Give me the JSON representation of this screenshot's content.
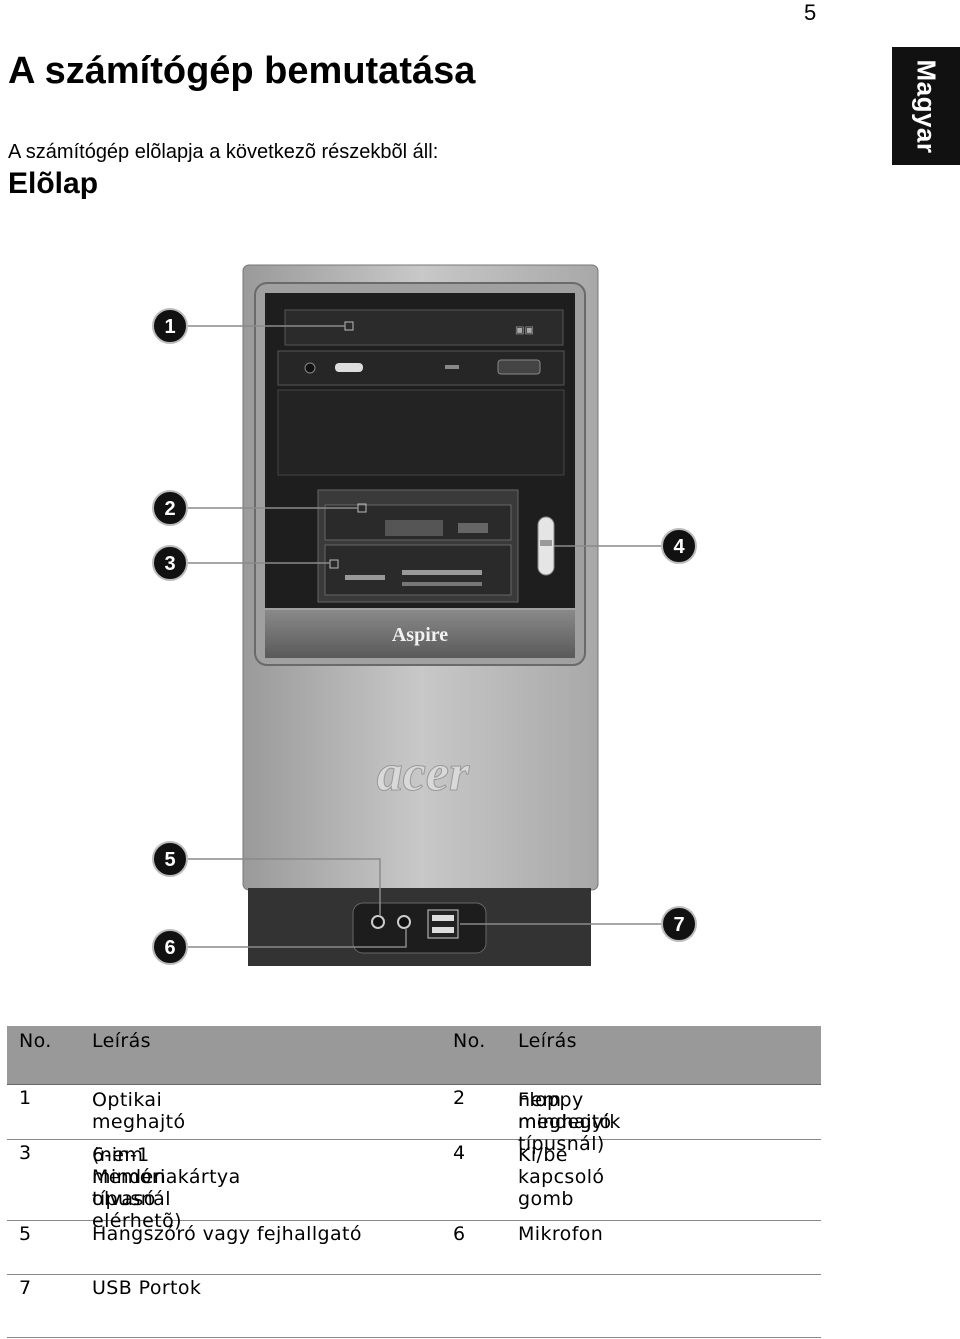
{
  "page": {
    "number": "5",
    "language_tab": "Magyar"
  },
  "title": "A számítógép bemutatása",
  "intro": "A számítógép elõlapja a következõ részekbõl áll:",
  "section": "Elõlap",
  "figure": {
    "brand_panel": "Aspire",
    "brand_logo": "acer",
    "callouts": [
      "1",
      "2",
      "3",
      "4",
      "5",
      "6",
      "7"
    ]
  },
  "table": {
    "headers": {
      "no": "No.",
      "desc": "Leírás"
    },
    "rows": [
      {
        "n1": "1",
        "d1": "Optikai meghajtó",
        "d1b": "",
        "n2": "2",
        "d2": "Floppy meghajtó",
        "d2b": "nem mindegyik típusnál)"
      },
      {
        "n1": "3",
        "d1": "6-in-1 Memóriakártya olvasó",
        "d1b": "(nem minden típusnál elérhetõ)",
        "n2": "4",
        "d2": "Ki/be kapcsoló gomb",
        "d2b": ""
      },
      {
        "n1": "5",
        "d1": "Hangszóró vagy fejhallgató",
        "d1b": "",
        "n2": "6",
        "d2": "Mikrofon",
        "d2b": ""
      },
      {
        "n1": "7",
        "d1": "USB Portok",
        "d1b": "",
        "n2": "",
        "d2": "",
        "d2b": ""
      }
    ]
  },
  "colors": {
    "tab_bg": "#111111",
    "table_header_bg": "#999999",
    "case_silver": "#bdbdbd",
    "bezel_dark": "#2a2a2a"
  }
}
